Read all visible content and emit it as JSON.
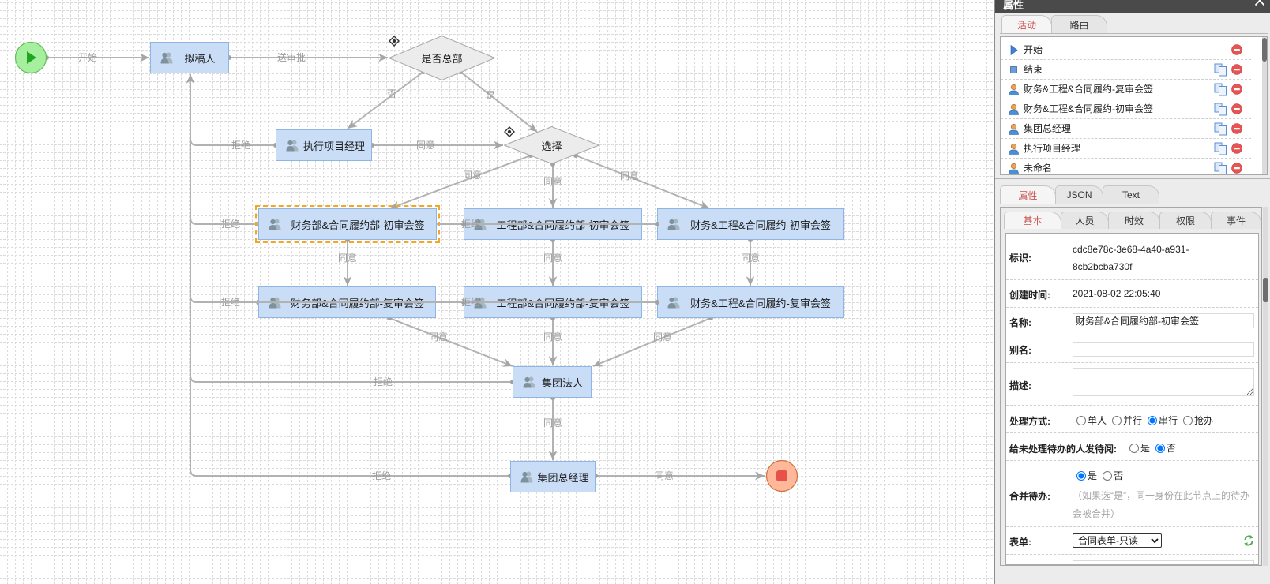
{
  "diagram": {
    "selected_node": "fin-init",
    "nodes": [
      {
        "id": "start",
        "type": "start",
        "icon": "play-icon"
      },
      {
        "id": "drafter",
        "type": "task",
        "label": "拟稿人"
      },
      {
        "id": "gw-hq",
        "type": "gateway",
        "label": "是否总部"
      },
      {
        "id": "exec-pm",
        "type": "task",
        "label": "执行项目经理"
      },
      {
        "id": "gw-select",
        "type": "gateway",
        "label": "选择"
      },
      {
        "id": "fin-init",
        "type": "task",
        "label": "财务部&合同履约部-初审会签"
      },
      {
        "id": "eng-init",
        "type": "task",
        "label": "工程部&合同履约部-初审会签"
      },
      {
        "id": "all-init",
        "type": "task",
        "label": "财务&工程&合同履约-初审会签"
      },
      {
        "id": "fin-review",
        "type": "task",
        "label": "财务部&合同履约部-复审会签"
      },
      {
        "id": "eng-review",
        "type": "task",
        "label": "工程部&合同履约部-复审会签"
      },
      {
        "id": "all-review",
        "type": "task",
        "label": "财务&工程&合同履约-复审会签"
      },
      {
        "id": "legal",
        "type": "task",
        "label": "集团法人"
      },
      {
        "id": "gm",
        "type": "task",
        "label": "集团总经理"
      },
      {
        "id": "end",
        "type": "end",
        "icon": "stop-icon"
      }
    ],
    "edges": [
      {
        "from": "start",
        "to": "drafter",
        "label": "开始"
      },
      {
        "from": "drafter",
        "to": "gw-hq",
        "label": "送审批"
      },
      {
        "from": "gw-hq",
        "to": "exec-pm",
        "label": "否"
      },
      {
        "from": "gw-hq",
        "to": "gw-select",
        "label": "是"
      },
      {
        "from": "exec-pm",
        "to": "gw-select",
        "label": "同意"
      },
      {
        "from": "exec-pm",
        "to": "drafter",
        "label": "拒绝"
      },
      {
        "from": "gw-select",
        "to": "fin-init",
        "label": "同意"
      },
      {
        "from": "gw-select",
        "to": "eng-init",
        "label": "同意"
      },
      {
        "from": "gw-select",
        "to": "all-init",
        "label": "同意"
      },
      {
        "from": "fin-init",
        "to": "fin-review",
        "label": "同意"
      },
      {
        "from": "eng-init",
        "to": "eng-review",
        "label": "同意"
      },
      {
        "from": "all-init",
        "to": "all-review",
        "label": "同意"
      },
      {
        "from": "fin-init",
        "to": "drafter",
        "label": "拒绝"
      },
      {
        "from": "eng-init",
        "to": "drafter",
        "label": "拒绝"
      },
      {
        "from": "all-init",
        "to": "drafter"
      },
      {
        "from": "fin-review",
        "to": "drafter",
        "label": "拒绝"
      },
      {
        "from": "eng-review",
        "to": "drafter",
        "label": "拒绝"
      },
      {
        "from": "all-review",
        "to": "drafter"
      },
      {
        "from": "fin-review",
        "to": "legal",
        "label": "同意"
      },
      {
        "from": "eng-review",
        "to": "legal",
        "label": "同意"
      },
      {
        "from": "all-review",
        "to": "legal",
        "label": "同意"
      },
      {
        "from": "legal",
        "to": "gm",
        "label": "同意"
      },
      {
        "from": "legal",
        "to": "drafter",
        "label": "拒绝"
      },
      {
        "from": "gm",
        "to": "end",
        "label": "同意"
      },
      {
        "from": "gm",
        "to": "drafter",
        "label": "拒绝"
      }
    ]
  },
  "panel": {
    "title": "属性",
    "top_tabs": [
      {
        "label": "活动",
        "active": true
      },
      {
        "label": "路由",
        "active": false
      }
    ],
    "activities": [
      {
        "label": "开始",
        "icon": "start-icon",
        "copyable": false
      },
      {
        "label": "结束",
        "icon": "end-icon",
        "copyable": true
      },
      {
        "label": "财务&工程&合同履约-复审会签",
        "icon": "user-icon",
        "copyable": true
      },
      {
        "label": "财务&工程&合同履约-初审会签",
        "icon": "user-icon",
        "copyable": true
      },
      {
        "label": "集团总经理",
        "icon": "user-icon",
        "copyable": true
      },
      {
        "label": "执行项目经理",
        "icon": "user-icon",
        "copyable": true
      },
      {
        "label": "未命名",
        "icon": "user-icon",
        "copyable": true
      }
    ],
    "bottom_tabs": [
      {
        "label": "属性",
        "active": true
      },
      {
        "label": "JSON",
        "active": false
      },
      {
        "label": "Text",
        "active": false
      }
    ],
    "inner_tabs": [
      {
        "label": "基本",
        "active": true
      },
      {
        "label": "人员",
        "active": false
      },
      {
        "label": "时效",
        "active": false
      },
      {
        "label": "权限",
        "active": false
      },
      {
        "label": "事件",
        "active": false
      }
    ],
    "form": {
      "id": {
        "label": "标识:",
        "value": "cdc8e78c-3e68-4a40-a931-8cb2bcba730f"
      },
      "created": {
        "label": "创建时间:",
        "value": "2021-08-02 22:05:40"
      },
      "name": {
        "label": "名称:",
        "value": "财务部&合同履约部-初审会签"
      },
      "alias": {
        "label": "别名:",
        "value": ""
      },
      "description": {
        "label": "描述:",
        "value": ""
      },
      "mode": {
        "label": "处理方式:",
        "options": [
          "单人",
          "并行",
          "串行",
          "抢办"
        ],
        "selected": "串行"
      },
      "notify": {
        "label": "给未处理待办的人发待阅:",
        "options": [
          "是",
          "否"
        ],
        "selected": "否"
      },
      "merge": {
        "label": "合并待办:",
        "options": [
          "是",
          "否"
        ],
        "selected": "是",
        "hint": "（如果选“是”，同一身份在此节点上的待办会被合并）"
      },
      "form": {
        "label": "表单:",
        "value": "合同表单-只读"
      }
    }
  },
  "colors": {
    "task_fill": "#c9ddf7",
    "gateway_fill": "#ececec",
    "edge": "#b2b2b2",
    "selection_outline": "#f5a623",
    "active_tab_text": "#c9534f",
    "start_fill": "#a6ef9e",
    "end_fill": "#ffb89a",
    "end_stop": "#e8504a",
    "panel_header": "#4a4a4a"
  }
}
